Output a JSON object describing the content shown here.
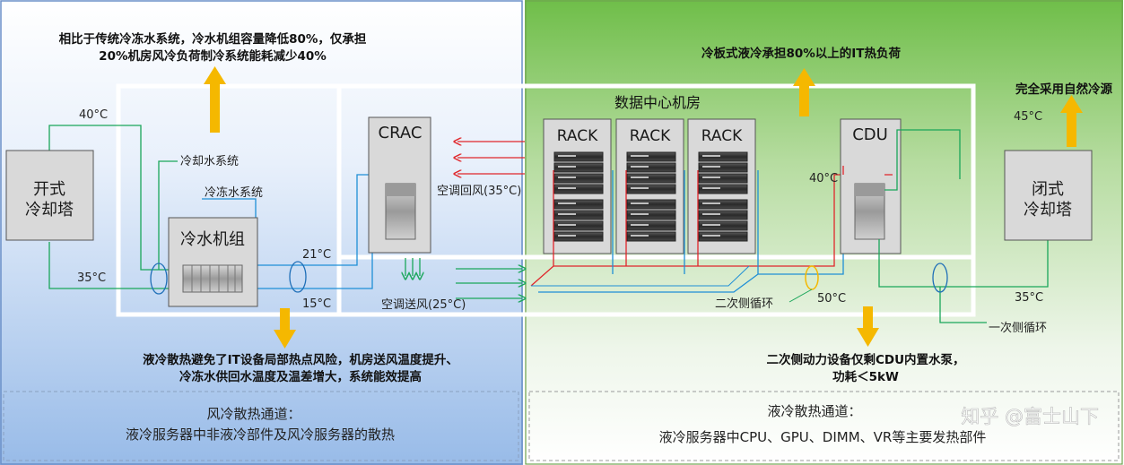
{
  "left_region": {
    "top_note": [
      "相比于传统冷冻水系统，冷水机组容量降低80%，仅承担",
      "20%机房风冷负荷制冷系统能耗减少40%"
    ],
    "bottom_note": [
      "液冷散热避免了IT设备局部热点风险，机房送风温度提升、",
      "冷冻水供回水温度及温差增大，系统能效提高"
    ],
    "channel_title": "风冷散热通道：",
    "channel_text": "液冷服务器中非液冷部件及风冷服务器的散热",
    "open_tower": [
      "开式",
      "冷却塔"
    ],
    "chiller": "冷水机组",
    "cooling_water_system": "冷却水系统",
    "chilled_water_system": "冷冻水系统",
    "temp_40": "40°C",
    "temp_35": "35°C",
    "temp_21": "21°C",
    "temp_15": "15°C"
  },
  "room": {
    "title": "数据中心机房",
    "crac": "CRAC",
    "return_air": "空调回风(35°C)",
    "supply_air": "空调送风(25°C)",
    "racks": [
      "RACK",
      "RACK",
      "RACK"
    ],
    "cdu": "CDU",
    "cdu_temp_40": "40°C",
    "secondary_loop": "二次侧循环",
    "temp_50": "50°C"
  },
  "right_region": {
    "top_note": "冷板式液冷承担80%以上的IT热负荷",
    "natural_cooling": "完全采用自然冷源",
    "bottom_note": [
      "二次侧动力设备仅剩CDU内置水泵，",
      "功耗＜5kW"
    ],
    "channel_title": "液冷散热通道：",
    "channel_text": "液冷服务器中CPU、GPU、DIMM、VR等主要发热部件",
    "closed_tower": [
      "闭式",
      "冷却塔"
    ],
    "primary_loop": "一次侧循环",
    "temp_45": "45°C",
    "temp_35": "35°C"
  },
  "watermark": "知乎 @富士山下",
  "colors": {
    "left_top": "#ffffff",
    "left_bottom": "#9dbfe9",
    "right_top": "#7cc456",
    "right_bottom": "#ffffff",
    "arrow": "#f5b800",
    "hot_pipe": "#e0262b",
    "cold_pipe": "#1f8fd6",
    "green_pipe": "#1aa65a",
    "cdu_hot": "#e0262b"
  }
}
